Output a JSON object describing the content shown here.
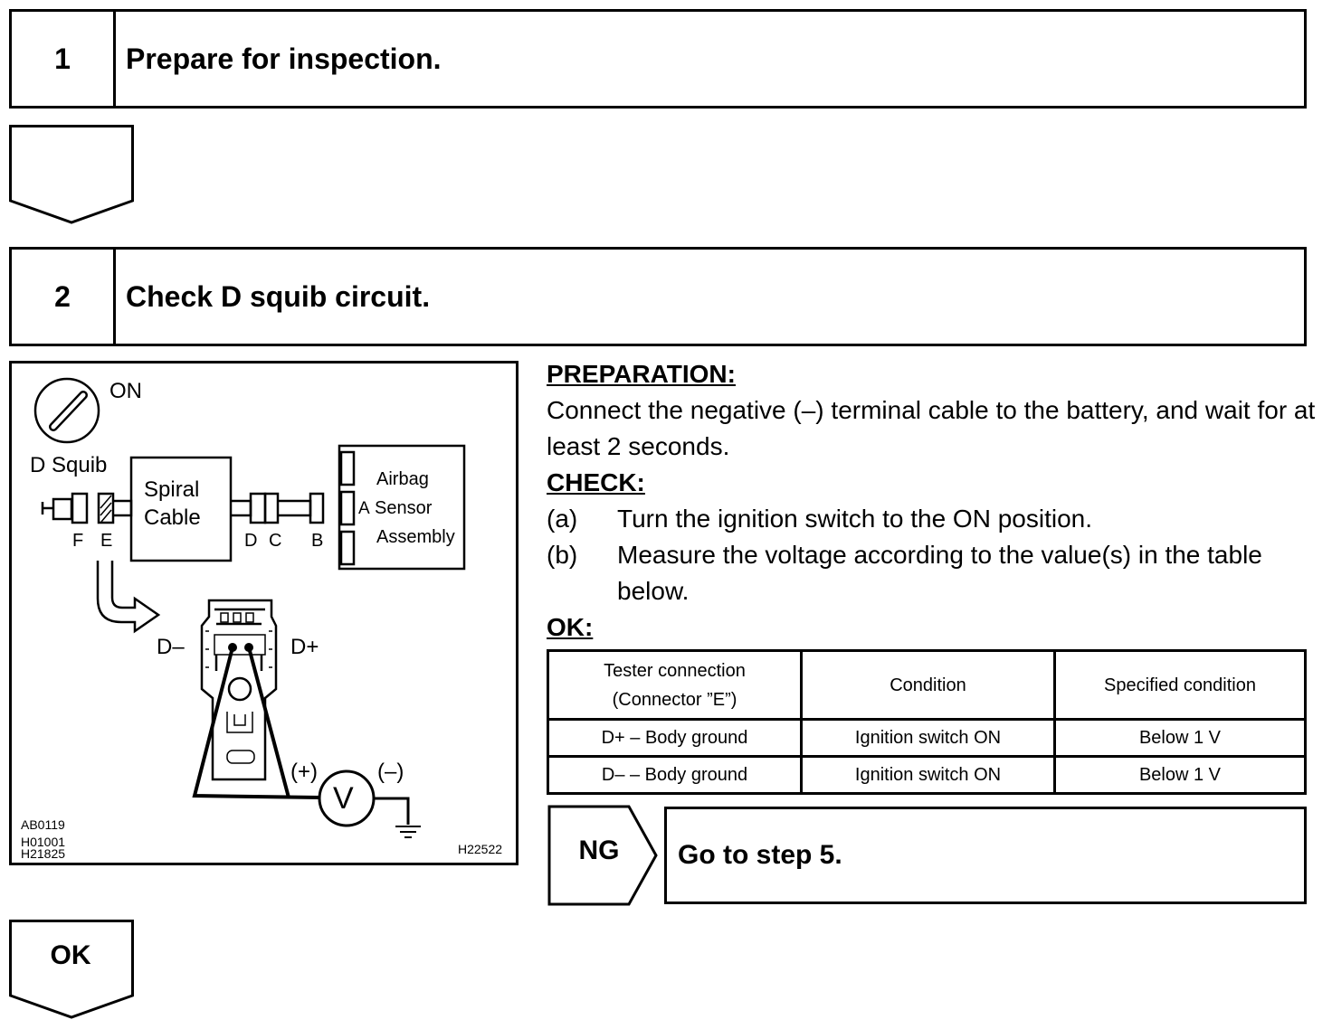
{
  "steps": [
    {
      "number": "1",
      "title": "Prepare for inspection."
    },
    {
      "number": "2",
      "title": "Check D squib circuit."
    }
  ],
  "diagram": {
    "switch_label": "ON",
    "d_squib_label": "D Squib",
    "spiral_cable_line1": "Spiral",
    "spiral_cable_line2": "Cable",
    "connector_f": "F",
    "connector_e": "E",
    "connector_d": "D",
    "connector_c": "C",
    "connector_b": "B",
    "connector_a": "A",
    "airbag_line1": "Airbag",
    "airbag_line2": "Sensor",
    "airbag_line3": "Assembly",
    "terminal_neg": "D–",
    "terminal_pos": "D+",
    "probe_plus": "(+)",
    "probe_minus": "(–)",
    "voltmeter_symbol": "V",
    "codes": [
      "AB0119",
      "H01001",
      "H21825"
    ],
    "figure_id": "H22522"
  },
  "instructions": {
    "preparation_heading": "PREPARATION:",
    "preparation_text": "Connect the negative (–) terminal cable to the battery, and wait for at least 2 seconds.",
    "check_heading": "CHECK:",
    "check_items": [
      {
        "marker": "(a)",
        "text": "Turn the ignition switch to the ON position."
      },
      {
        "marker": "(b)",
        "text": "Measure the voltage according to the value(s) in the table below."
      }
    ],
    "ok_heading": "OK:"
  },
  "table": {
    "headers": [
      "Tester connection\n(Connector ”E”)",
      "Condition",
      "Specified condition"
    ],
    "rows": [
      [
        "D+ – Body ground",
        "Ignition switch ON",
        "Below 1 V"
      ],
      [
        "D– – Body ground",
        "Ignition switch ON",
        "Below 1 V"
      ]
    ]
  },
  "ng": {
    "label": "NG",
    "text": "Go to step 5."
  },
  "ok_arrow_label": "OK"
}
